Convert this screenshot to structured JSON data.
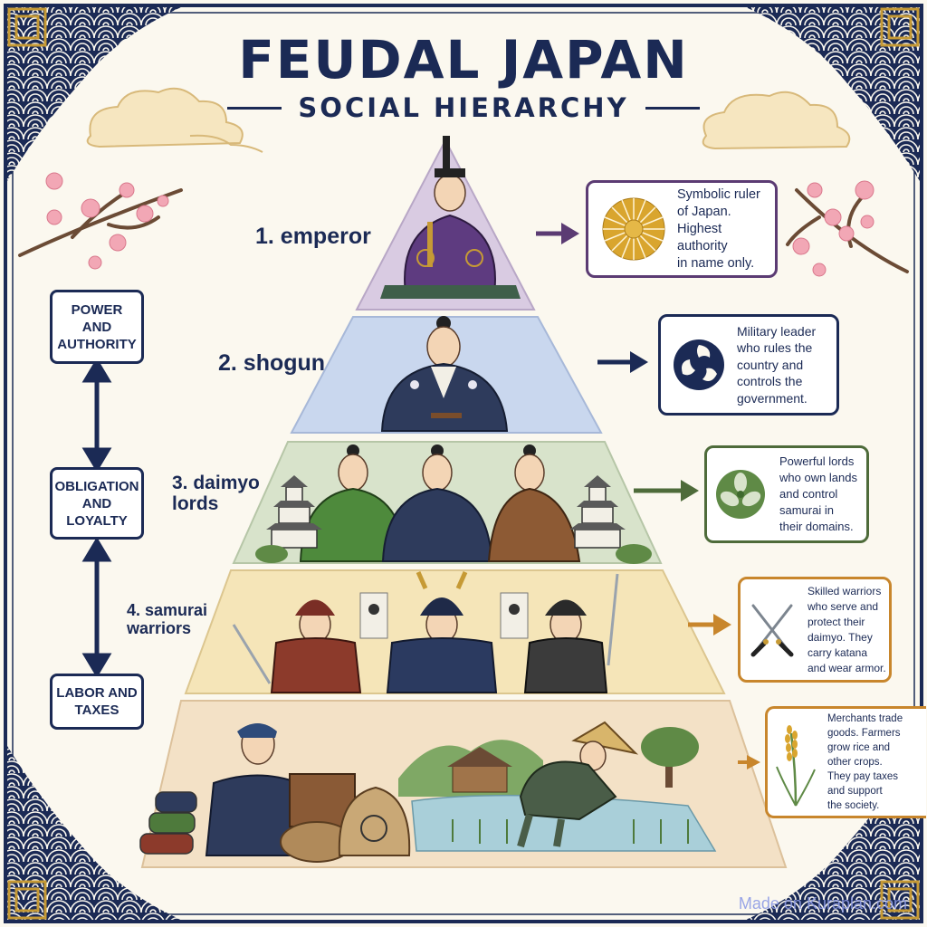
{
  "title": "FEUDAL JAPAN",
  "subtitle": "SOCIAL HIERARCHY",
  "side_labels": {
    "top": "POWER\nAND\nAUTHORITY",
    "middle": "OBLIGATION\nAND\nLOYALTY",
    "bottom": "LABOR AND\nTAXES"
  },
  "tiers": [
    {
      "label": "1. emperor",
      "description": "Symbolic ruler\nof Japan.\nHighest authority\nin name only.",
      "color": "#d9cbe2",
      "border": "#5b3b73",
      "icon": "chrysanthemum-icon"
    },
    {
      "label": "2. shogun",
      "description": "Military leader\nwho rules the\ncountry and\ncontrols the\ngovernment.",
      "color": "#c9d7ee",
      "border": "#1b2a55",
      "icon": "tomoe-icon"
    },
    {
      "label": "3. daimyo\nlords",
      "description": "Powerful lords\nwho own lands\nand control\nsamurai in\ntheir domains.",
      "color": "#d8e3cb",
      "border": "#4e6b3a",
      "icon": "crest-leaf-icon"
    },
    {
      "label": "4. samurai\nwarriors",
      "description": "Skilled warriors\nwho serve and\nprotect their\ndaimyo. They\ncarry katana\nand wear armor.",
      "color": "#f5e5b8",
      "border": "#c8862c",
      "icon": "crossed-katana-icon"
    },
    {
      "label": "",
      "description": "Merchants trade\ngoods. Farmers\ngrow rice and\nother crops.\nThey pay taxes\nand support\nthe society.",
      "color": "#f3e1c6",
      "border": "#c8862c",
      "icon": "rice-stalk-icon"
    }
  ],
  "watermark": "Made on Kuraplan.com",
  "colors": {
    "navy": "#1b2a55",
    "background": "#fbf8ef",
    "blossom": "#f2a7b5"
  }
}
